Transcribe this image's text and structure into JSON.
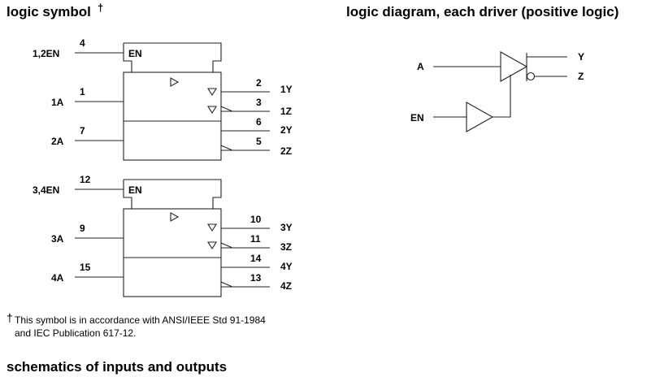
{
  "headings": {
    "logic_symbol": "logic symbol",
    "dagger": "†",
    "logic_diagram": "logic diagram, each driver (positive logic)",
    "schematics": "schematics of inputs and outputs"
  },
  "symbol_blocks": [
    {
      "enable_label": "1,2EN",
      "enable_pin": "4",
      "en_text": "EN",
      "in1_label": "1A",
      "in1_pin": "1",
      "in2_label": "2A",
      "in2_pin": "7",
      "out_y1_pin": "2",
      "out_y1_label": "1Y",
      "out_z1_pin": "3",
      "out_z1_label": "1Z",
      "out_y2_pin": "6",
      "out_y2_label": "2Y",
      "out_z2_pin": "5",
      "out_z2_label": "2Z"
    },
    {
      "enable_label": "3,4EN",
      "enable_pin": "12",
      "en_text": "EN",
      "in1_label": "3A",
      "in1_pin": "9",
      "in2_label": "4A",
      "in2_pin": "15",
      "out_y1_pin": "10",
      "out_y1_label": "3Y",
      "out_z1_pin": "11",
      "out_z1_label": "3Z",
      "out_y2_pin": "14",
      "out_y2_label": "4Y",
      "out_z2_pin": "13",
      "out_z2_label": "4Z"
    }
  ],
  "footnote": {
    "dagger": "†",
    "line1": "This symbol is in accordance with ANSI/IEEE Std 91-1984",
    "line2": "and IEC Publication 617-12."
  },
  "logic_diagram": {
    "input_a": "A",
    "input_en": "EN",
    "output_y": "Y",
    "output_z": "Z"
  }
}
